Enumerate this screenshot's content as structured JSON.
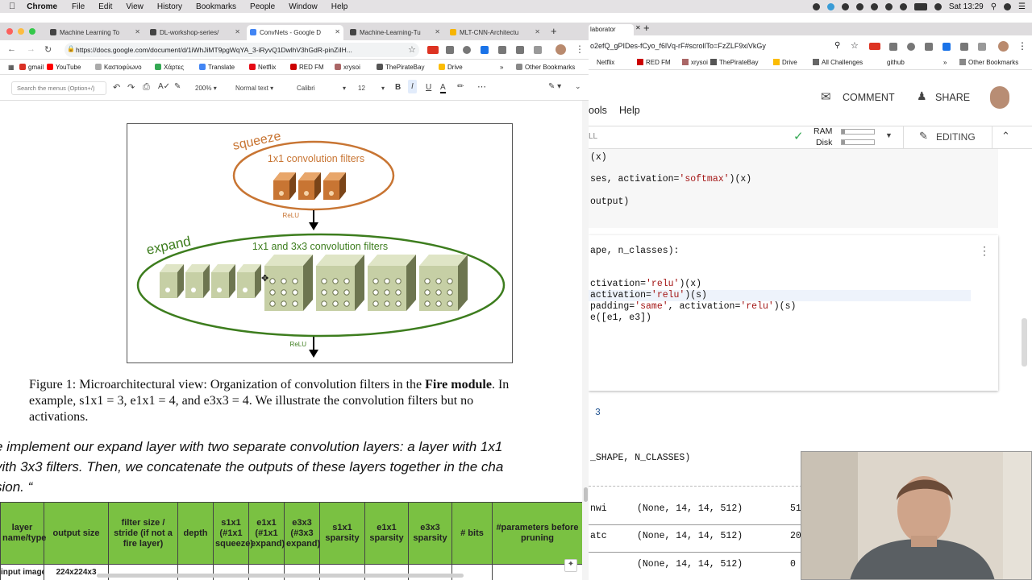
{
  "menubar": {
    "app": "Chrome",
    "items": [
      "File",
      "Edit",
      "View",
      "History",
      "Bookmarks",
      "People",
      "Window",
      "Help"
    ],
    "clock": "Sat 13:29"
  },
  "left_browser": {
    "tabs": [
      {
        "label": "Machine Learning To"
      },
      {
        "label": "DL-workshop-series/"
      },
      {
        "label": "ConvNets - Google D"
      },
      {
        "label": "Machine-Learning-Tu"
      },
      {
        "label": "MLT-CNN-Architectu"
      }
    ],
    "url": "https://docs.google.com/document/d/1iWhJiMT9pgWqYA_3-iRyvQ1DwlhV3hGdR-pinZiIH...",
    "bookmarks": [
      "gmail",
      "YouTube",
      "Καστοφύωνο",
      "Χάρτες",
      "Translate",
      "Netflix",
      "RED FM",
      "xrysoi",
      "ThePirateBay",
      "Drive"
    ],
    "other_bookmarks": "Other Bookmarks"
  },
  "docs_toolbar": {
    "search_placeholder": "Search the menus (Option+/)",
    "zoom": "200%",
    "style": "Normal text",
    "font": "Calibri",
    "size": "12",
    "bold": "B",
    "italic": "I",
    "underline": "U",
    "text_color": "A"
  },
  "figure": {
    "squeeze_label": "squeeze",
    "squeeze_filters": "1x1 convolution filters",
    "relu1": "ReLU",
    "expand_label": "expand",
    "expand_filters": "1x1 and 3x3 convolution filters",
    "relu2": "ReLU"
  },
  "caption": {
    "line1_pre": "Figure 1: Microarchitectural view: Organization of convolution filters in the ",
    "line1_bold": "Fire module",
    "line1_post": ". In",
    "line2": "example, s1x1 = 3, e1x1 = 4, and e3x3 = 4.  We illustrate the convolution filters but no",
    "line3": "activations."
  },
  "quote": {
    "line1": "e implement our expand layer with two separate convolution layers: a layer with 1x1",
    "line2": "vith 3x3 filters. Then, we concatenate the outputs of these layers together in the cha",
    "line3": "sion. “"
  },
  "table": {
    "headers": [
      "layer name/type",
      "output size",
      "filter size / stride (if not a fire layer)",
      "depth",
      "s1x1 (#1x1 squeeze)",
      "e1x1 (#1x1 expand)",
      "e3x3 (#3x3 expand)",
      "s1x1 sparsity",
      "e1x1 sparsity",
      "e3x3 sparsity",
      "# bits",
      "#parameters before pruning"
    ],
    "rows": [
      [
        "input image",
        "224x224x3",
        "",
        "",
        "",
        "",
        "",
        "",
        "",
        "",
        "",
        ""
      ]
    ]
  },
  "right_browser": {
    "tab_label": "laborator",
    "url": "o2efQ_gPIDes-fCyo_f6lVq-rF#scrollTo=FzZLF9xiVkGy",
    "bookmarks": [
      "Netflix",
      "RED FM",
      "xrysoi",
      "ThePirateBay",
      "Drive",
      "All Challenges",
      "github"
    ],
    "other_bookmarks": "Other Bookmarks"
  },
  "colab": {
    "comment": "COMMENT",
    "share": "SHARE",
    "menu_tools": "ools",
    "menu_help": "Help",
    "ram": "RAM",
    "disk": "Disk",
    "editing": "EDITING",
    "toolbar_left": "LL",
    "code1": [
      "(x)",
      "ses, activation='softmax')(x)",
      "output)"
    ],
    "code2": [
      "ape, n_classes):",
      "ctivation='relu')(x)",
      "activation='relu')(s)",
      "padding='same', activation='relu')(s)",
      "e([e1, e3])"
    ],
    "out_number": "3",
    "out_call": "_SHAPE, N_CLASSES)",
    "summary_rows": [
      {
        "name": "nwi",
        "shape": "(None, 14, 14, 512)",
        "params": "51"
      },
      {
        "name": "atc",
        "shape": "(None, 14, 14, 512)",
        "params": "20"
      },
      {
        "name": "",
        "shape": "(None, 14, 14, 512)",
        "params": "0"
      }
    ]
  }
}
